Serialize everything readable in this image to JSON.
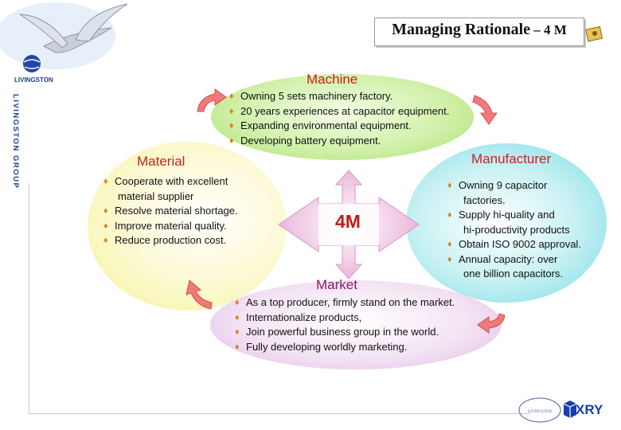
{
  "header": {
    "title_part1": "Managing ",
    "title_part2": "Rationale",
    "title_part3": " – 4 M",
    "brand_vertical": "LIVINGSTON GROUP",
    "logo_text": "LIVINGSTON"
  },
  "center": {
    "label": "4M"
  },
  "sections": {
    "machine": {
      "title": "Machine",
      "color": "#d01a1a",
      "items": [
        "Owning 5 sets machinery factory.",
        "20 years experiences at capacitor equipment.",
        "Expanding environmental equipment.",
        "Developing battery equipment."
      ]
    },
    "material": {
      "title": "Material",
      "color": "#c72222",
      "items": [
        "Cooperate with excellent",
        "Resolve material shortage.",
        "Improve material quality.",
        "Reduce production cost."
      ],
      "item1_cont": "material supplier"
    },
    "manufacturer": {
      "title": "Manufacturer",
      "color": "#c72222",
      "items": [
        "Owning 9 capacitor",
        "Supply hi-quality and",
        "Obtain ISO 9002 approval.",
        "Annual capacity: over"
      ],
      "conts": {
        "a": "factories.",
        "b": "hi-productivity products",
        "d": "one billion capacitors."
      }
    },
    "market": {
      "title": "Market",
      "color": "#8a1a6a",
      "items": [
        "As a top producer, firmly stand on the market.",
        "Internationalize products,",
        "Join powerful business group in the world.",
        "Fully developing worldly marketing."
      ]
    }
  },
  "footer": {
    "brand": "XRY",
    "logo_caption": "LIVINGSTON"
  },
  "colors": {
    "machine_bg": "#c9efa0",
    "material_bg": "#fbf8c8",
    "manufacturer_bg": "#aee9ef",
    "market_bg": "#eed5ee",
    "cycle_arrow": "#f07a7a",
    "center_arrow": "#f2c6e2",
    "accent_blue": "#1a3db0"
  },
  "icons": [
    "seagull-logo",
    "diamond-bullet",
    "cycle-arrow",
    "four-way-arrow",
    "xry-cube-icon"
  ]
}
